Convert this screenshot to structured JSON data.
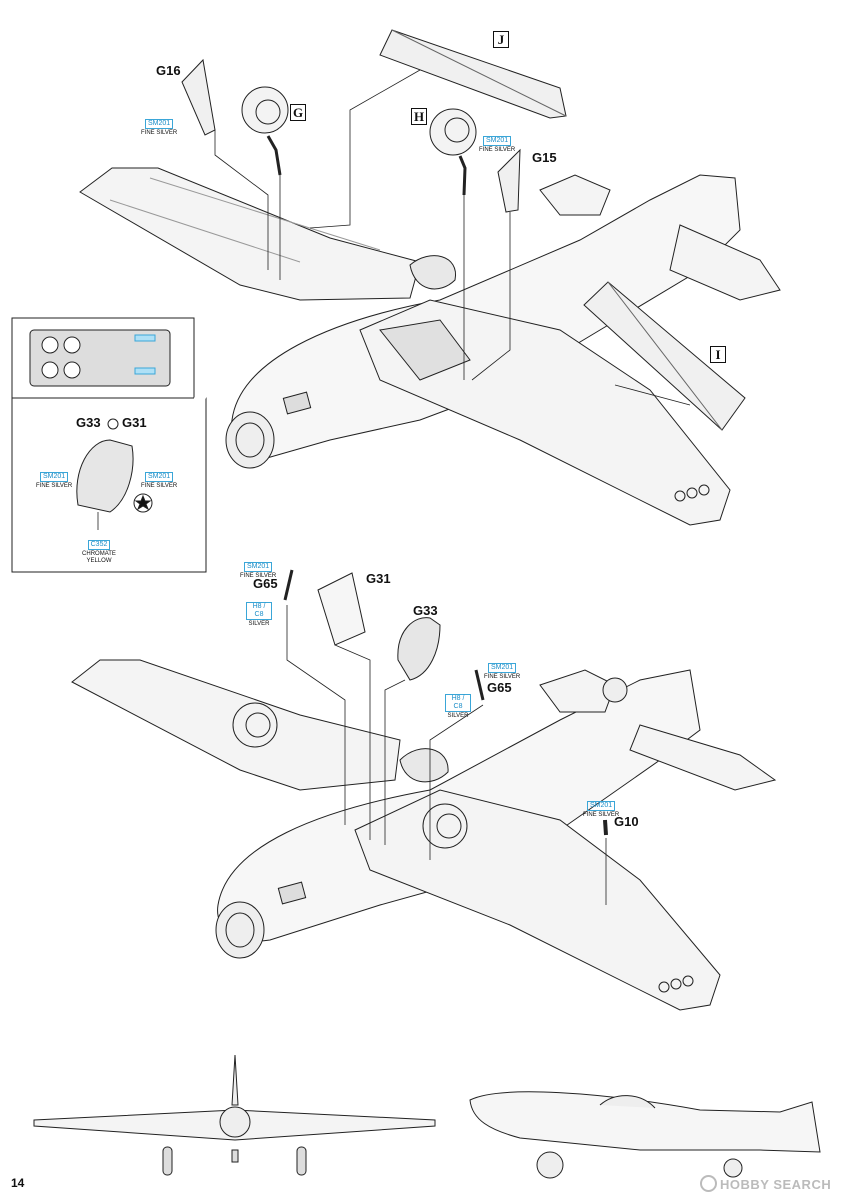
{
  "page": {
    "number": "14"
  },
  "watermark": {
    "text": "HOBBY SEARCH"
  },
  "labels": {
    "g16": "G16",
    "g15": "G15",
    "g33_g31": "G33",
    "g31_a": "G31",
    "g65_a": "G65",
    "g31_b": "G31",
    "g33_b": "G33",
    "g65_b": "G65",
    "g10": "G10"
  },
  "boxes": {
    "g": "G",
    "h": "H",
    "i": "I",
    "j": "J"
  },
  "paints": {
    "p1": {
      "code": "SM201",
      "name": "FINE SILVER"
    },
    "p2": {
      "code": "SM201",
      "name": "FINE SILVER"
    },
    "p3": {
      "code": "SM201",
      "name": "FINE SILVER"
    },
    "p4": {
      "code": "SM201",
      "name": "FINE SILVER"
    },
    "p5": {
      "code": "C352",
      "name": "CHROMATE YELLOW"
    },
    "p6": {
      "code": "SM201",
      "name": "FINE SILVER"
    },
    "p7": {
      "code": "H8 / C8",
      "name": "SILVER"
    },
    "p8": {
      "code": "SM201",
      "name": "FINE SILVER"
    },
    "p9": {
      "code": "H8 / C8",
      "name": "SILVER"
    },
    "p10": {
      "code": "SM201",
      "name": "FINE SILVER"
    }
  }
}
